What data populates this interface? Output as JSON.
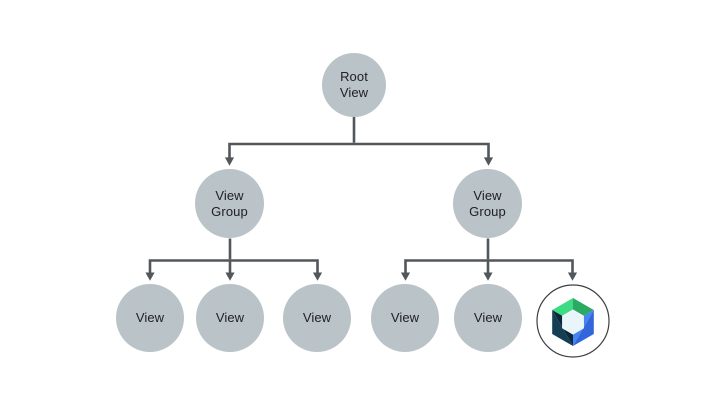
{
  "colors": {
    "background": "#ffffff",
    "node_fill": "#bac3c8",
    "node_text": "#202124",
    "connector": "#51575b",
    "logo_ring": "#3c4043",
    "logo_green_light": "#3ddc84",
    "logo_green_dark": "#2aaa62",
    "logo_blue": "#4484f3",
    "logo_blue_dark": "#3366db",
    "logo_navy": "#0a2837",
    "logo_navy_light": "#143e52",
    "logo_hex_fill": "#e9f4fb"
  },
  "nodes": {
    "root": "Root View",
    "group_left": "View Group",
    "group_right": "View Group",
    "left_views": [
      "View",
      "View",
      "View"
    ],
    "right_views": [
      "View",
      "View"
    ],
    "logo_icon": "jetpack-compose-icon"
  }
}
